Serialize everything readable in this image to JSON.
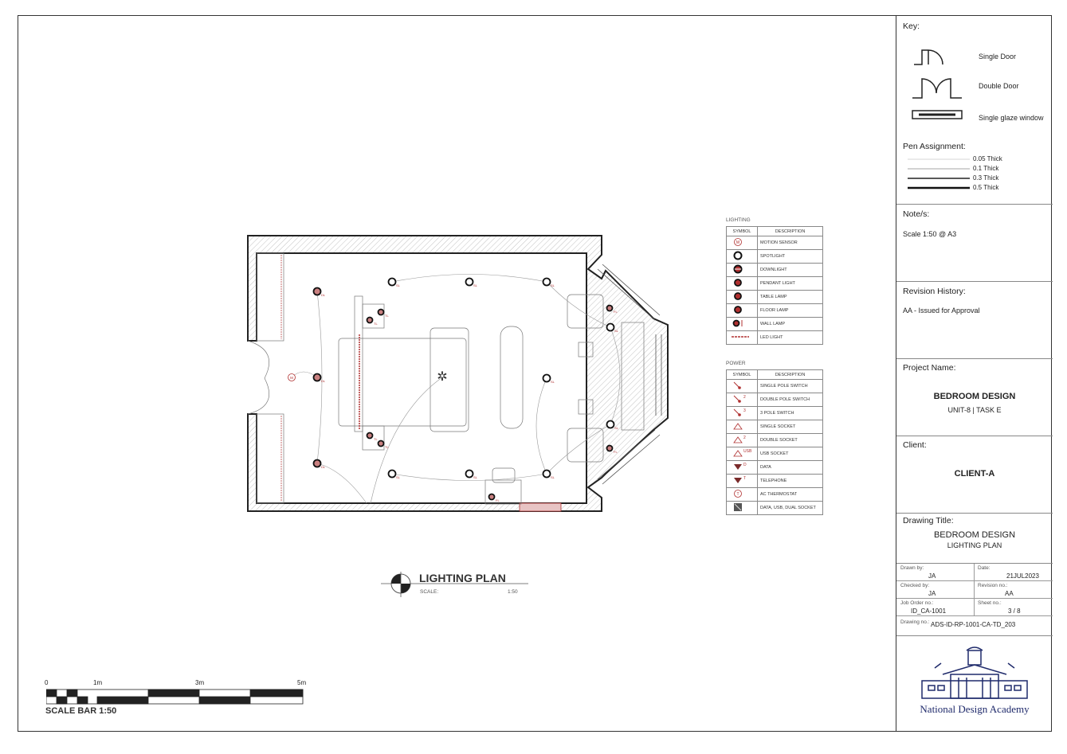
{
  "key": {
    "title": "Key:",
    "items": [
      {
        "icon": "single-door-icon",
        "label": "Single Door"
      },
      {
        "icon": "double-door-icon",
        "label": "Double Door"
      },
      {
        "icon": "single-glaze-window-icon",
        "label": "Single glaze window"
      }
    ]
  },
  "pen_assignment": {
    "title": "Pen Assignment:",
    "items": [
      "0.05 Thick",
      "0.1 Thick",
      "0.3 Thick",
      "0.5 Thick"
    ]
  },
  "notes": {
    "title": "Note/s:",
    "text": "Scale 1:50 @ A3"
  },
  "revision_history": {
    "title": "Revision History:",
    "text": "AA - Issued for Approval"
  },
  "project": {
    "title": "Project Name:",
    "name": "BEDROOM DESIGN",
    "sub": "UNIT-8 | TASK E"
  },
  "client": {
    "title": "Client:",
    "name": "CLIENT-A"
  },
  "drawing_title": {
    "title": "Drawing Title:",
    "line1": "BEDROOM DESIGN",
    "line2": "LIGHTING PLAN"
  },
  "info": {
    "drawn_by_label": "Drawn by:",
    "drawn_by": "JA",
    "date_label": "Date:",
    "date": "21JUL2023",
    "checked_by_label": "Checked by:",
    "checked_by": "JA",
    "revision_label": "Revision no.:",
    "revision": "AA",
    "job_order_label": "Job Order no.:",
    "job_order": "ID_CA-1001",
    "sheet_label": "Sheet no.:",
    "sheet": "3 / 8",
    "drawing_no_label": "Drawing no.:",
    "drawing_no": "ADS-ID-RP-1001-CA-TD_203"
  },
  "logo": {
    "text": "National Design Academy"
  },
  "lighting_legend": {
    "title": "LIGHTING",
    "col_symbol": "SYMBOL",
    "col_desc": "DESCRIPTION",
    "rows": [
      {
        "icon": "motion-sensor-icon",
        "desc": "MOTION SENSOR"
      },
      {
        "icon": "spotlight-icon",
        "desc": "SPOTLIGHT"
      },
      {
        "icon": "downlight-icon",
        "desc": "DOWNLIGHT"
      },
      {
        "icon": "pendant-light-icon",
        "desc": "PENDANT LIGHT"
      },
      {
        "icon": "table-lamp-icon",
        "desc": "TABLE LAMP"
      },
      {
        "icon": "floor-lamp-icon",
        "desc": "FLOOR LAMP"
      },
      {
        "icon": "wall-lamp-icon",
        "desc": "WALL LAMP"
      },
      {
        "icon": "led-light-icon",
        "desc": "LED LIGHT"
      }
    ]
  },
  "power_legend": {
    "title": "POWER",
    "col_symbol": "SYMBOL",
    "col_desc": "DESCRIPTION",
    "rows": [
      {
        "icon": "single-pole-switch-icon",
        "desc": "SINGLE POLE SWITCH",
        "sup": ""
      },
      {
        "icon": "double-pole-switch-icon",
        "desc": "DOUBLE POLE SWITCH",
        "sup": "2"
      },
      {
        "icon": "three-pole-switch-icon",
        "desc": "3 POLE SWITCH",
        "sup": "3"
      },
      {
        "icon": "single-socket-icon",
        "desc": "SINGLE SOCKET",
        "sup": ""
      },
      {
        "icon": "double-socket-icon",
        "desc": "DOUBLE SOCKET",
        "sup": "2"
      },
      {
        "icon": "usb-socket-icon",
        "desc": "USB SOCKET",
        "sup": "USB"
      },
      {
        "icon": "data-icon",
        "desc": "DATA",
        "sup": "D"
      },
      {
        "icon": "telephone-icon",
        "desc": "TELEPHONE",
        "sup": "T"
      },
      {
        "icon": "ac-thermostat-icon",
        "desc": "AC THERMOSTAT",
        "sup": ""
      },
      {
        "icon": "data-usb-dual-socket-icon",
        "desc": "DATA, USB, DUAL SOCKET",
        "sup": ""
      }
    ]
  },
  "plan_title": {
    "title": "LIGHTING PLAN",
    "scale_label": "SCALE:",
    "scale": "1:50"
  },
  "scale_bar": {
    "ticks": [
      "0",
      "1m",
      "3m",
      "5m"
    ],
    "label": "SCALE BAR 1:50"
  },
  "plan_labels": {
    "spot": "SL",
    "down": "DL",
    "floor": "FL",
    "table": "TL",
    "motion": "M"
  },
  "colors": {
    "line": "#222222",
    "red": "#b03030",
    "navy": "#1f2a6b"
  }
}
